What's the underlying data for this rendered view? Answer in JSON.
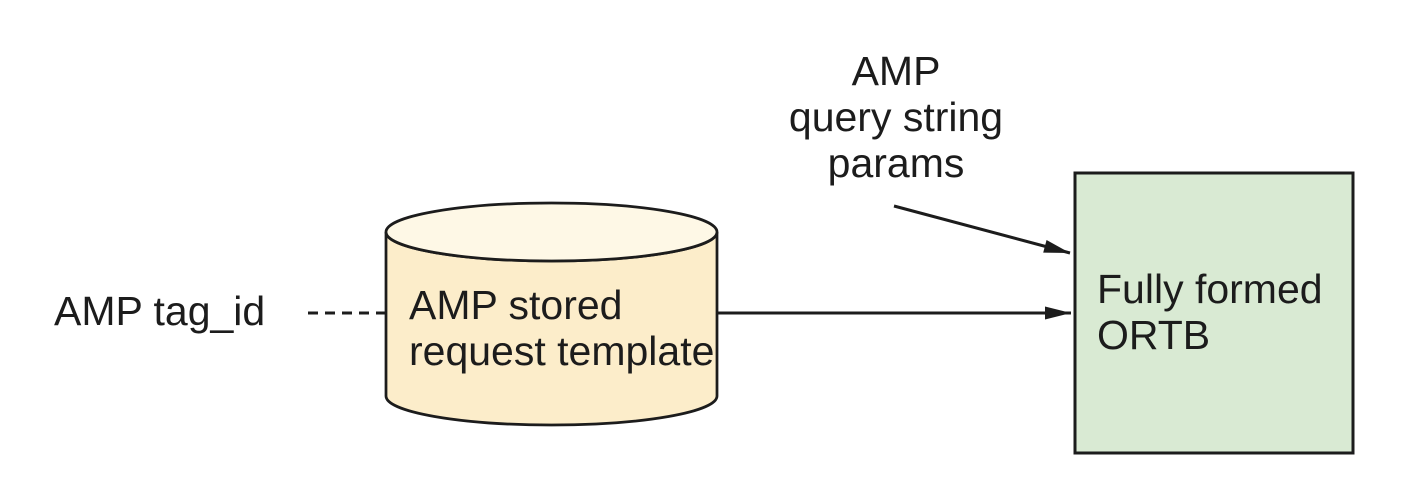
{
  "diagram": {
    "background": "#ffffff",
    "line_color": "#1c1c1c",
    "text_color": "#1c1c1c",
    "nodes": {
      "amp_tag_id": {
        "label": "AMP tag_id",
        "shape": "text"
      },
      "stored_request_template": {
        "label": "AMP stored\nrequest template",
        "shape": "cylinder",
        "fill": "#FCEDCA",
        "top_fill": "#FEF8E6",
        "stroke": "#1c1c1c"
      },
      "query_string_params": {
        "label": "AMP\nquery string\nparams",
        "shape": "text"
      },
      "fully_formed_ortb": {
        "label": "Fully formed\nORTB",
        "shape": "rectangle",
        "fill": "#D9EAD3",
        "stroke": "#1c1c1c"
      }
    },
    "connectors": {
      "tag_to_template": {
        "style": "dashed-line",
        "from": "amp_tag_id",
        "to": "stored_request_template"
      },
      "template_to_ortb": {
        "style": "solid-arrow",
        "from": "stored_request_template",
        "to": "fully_formed_ortb"
      },
      "params_to_ortb": {
        "style": "solid-arrow",
        "from": "query_string_params",
        "to": "fully_formed_ortb"
      }
    }
  }
}
